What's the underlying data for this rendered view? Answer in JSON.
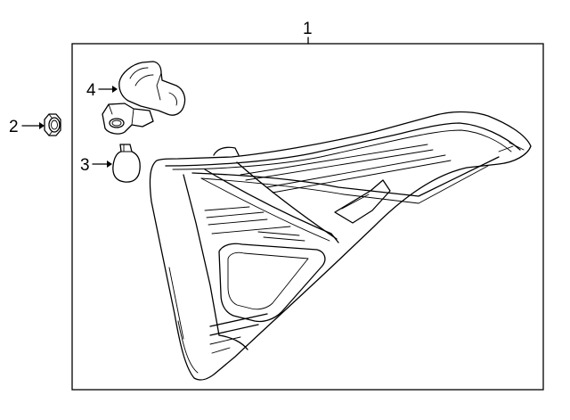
{
  "diagram": {
    "callouts": [
      {
        "id": "1",
        "label": "1"
      },
      {
        "id": "2",
        "label": "2"
      },
      {
        "id": "3",
        "label": "3"
      },
      {
        "id": "4",
        "label": "4"
      }
    ],
    "parts": [
      {
        "callout": "1",
        "icon": "tail-lamp-assembly-icon"
      },
      {
        "callout": "2",
        "icon": "nut-icon"
      },
      {
        "callout": "3",
        "icon": "bulb-icon"
      },
      {
        "callout": "4",
        "icon": "socket-icon"
      }
    ]
  }
}
